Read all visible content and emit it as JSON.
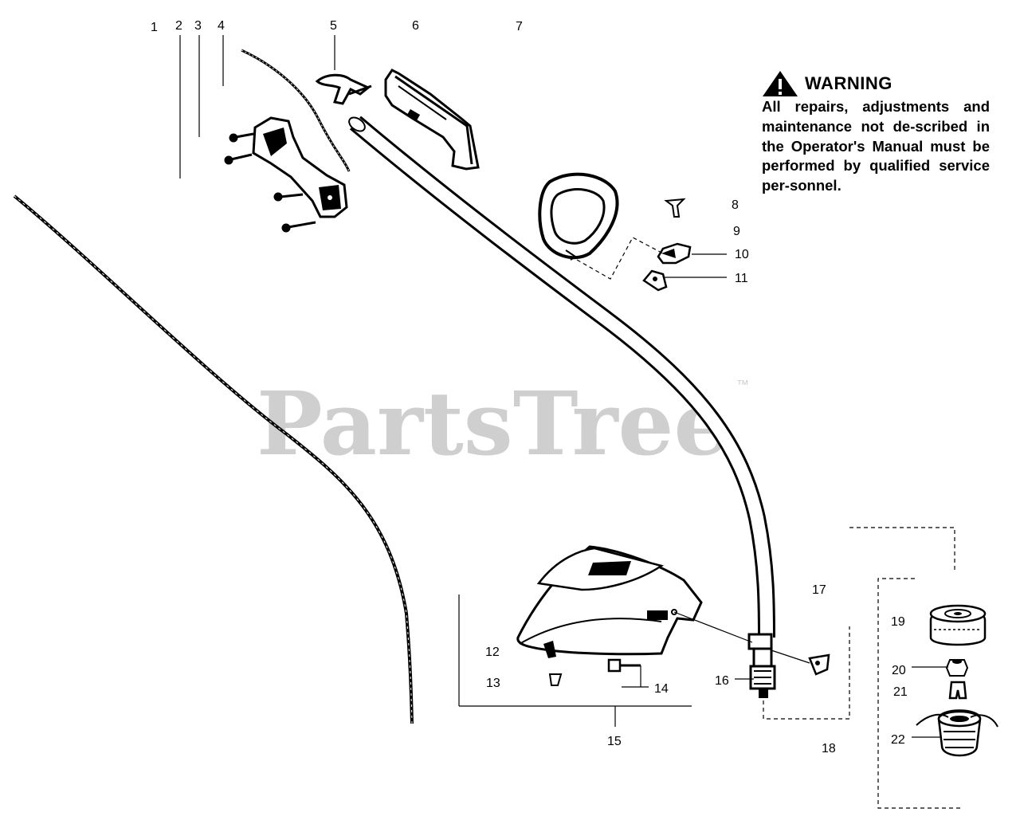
{
  "watermark": {
    "text": "PartsTree",
    "trademark": "™"
  },
  "warning": {
    "title": "WARNING",
    "icon": "warning-triangle-icon",
    "body": "All repairs, adjustments and maintenance not de-scribed in the Operator's Manual must be performed by qualified service per-sonnel."
  },
  "callouts": [
    {
      "id": "1",
      "label": "1"
    },
    {
      "id": "2",
      "label": "2"
    },
    {
      "id": "3",
      "label": "3"
    },
    {
      "id": "4",
      "label": "4"
    },
    {
      "id": "5",
      "label": "5"
    },
    {
      "id": "6",
      "label": "6"
    },
    {
      "id": "7",
      "label": "7"
    },
    {
      "id": "8",
      "label": "8"
    },
    {
      "id": "9",
      "label": "9"
    },
    {
      "id": "10",
      "label": "10"
    },
    {
      "id": "11",
      "label": "11"
    },
    {
      "id": "12",
      "label": "12"
    },
    {
      "id": "13",
      "label": "13"
    },
    {
      "id": "14",
      "label": "14"
    },
    {
      "id": "15",
      "label": "15"
    },
    {
      "id": "16",
      "label": "16"
    },
    {
      "id": "17",
      "label": "17"
    },
    {
      "id": "18",
      "label": "18"
    },
    {
      "id": "19",
      "label": "19"
    },
    {
      "id": "20",
      "label": "20"
    },
    {
      "id": "21",
      "label": "21"
    },
    {
      "id": "22",
      "label": "22"
    }
  ]
}
